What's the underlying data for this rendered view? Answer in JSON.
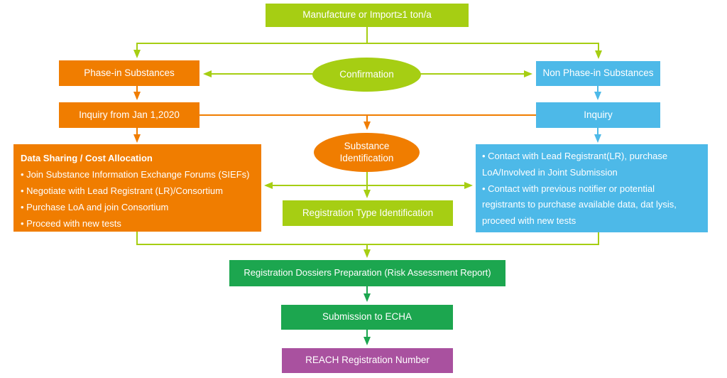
{
  "colors": {
    "green": "#a6ce13",
    "orange": "#f07d00",
    "blue": "#4db9e8",
    "dkgreen": "#1ca64f",
    "purple": "#a9519f",
    "text": "#ffffff"
  },
  "nodes": {
    "manufacture": {
      "label": "Manufacture or Import≥1 ton/a"
    },
    "phase_in": {
      "label": "Phase-in Substances"
    },
    "confirmation": {
      "label": "Confirmation"
    },
    "non_phase_in": {
      "label": "Non Phase-in Substances"
    },
    "inquiry_2020": {
      "label": "Inquiry from Jan 1,2020"
    },
    "inquiry": {
      "label": "Inquiry"
    },
    "substance_identification": {
      "line1": "Substance",
      "line2": "Identification"
    },
    "data_sharing": {
      "title": "Data Sharing / Cost Allocation",
      "bullets": [
        "• Join Substance Information Exchange Forums (SIEFs)",
        "• Negotiate with Lead Registrant (LR)/Consortium",
        "• Purchase LoA and join Consortium",
        "• Proceed with new tests"
      ]
    },
    "contact": {
      "lines": [
        "• Contact with Lead Registrant(LR), purchase",
        "LoA/Involved in Joint Submission",
        "• Contact with previous notifier or potential",
        "registrants to purchase available data, dat lysis,",
        "proceed with new tests"
      ]
    },
    "registration_type": {
      "label": "Registration Type Identification"
    },
    "dossiers": {
      "label": "Registration Dossiers Preparation (Risk Assessment Report)"
    },
    "submission": {
      "label": "Submission to ECHA"
    },
    "reach_number": {
      "label": "REACH Registration Number"
    }
  }
}
